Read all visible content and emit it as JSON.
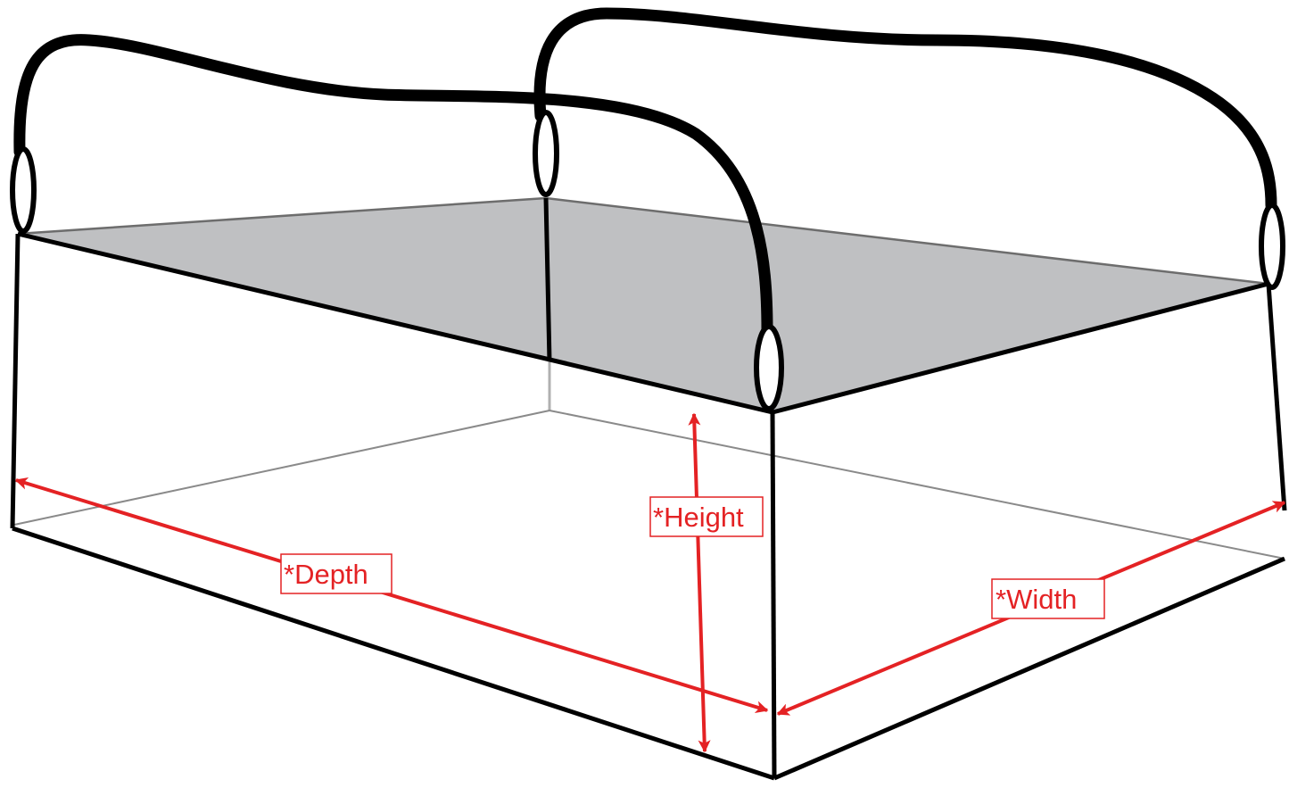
{
  "colors": {
    "outline": "#000000",
    "top_surface": "#bfc0c2",
    "hidden_edge": "#8a8a8a",
    "dimension": "#e42224",
    "background": "#ffffff"
  },
  "dimensions": {
    "depth": {
      "label": "*Depth"
    },
    "height": {
      "label": "*Height"
    },
    "width": {
      "label": "*Width"
    }
  }
}
